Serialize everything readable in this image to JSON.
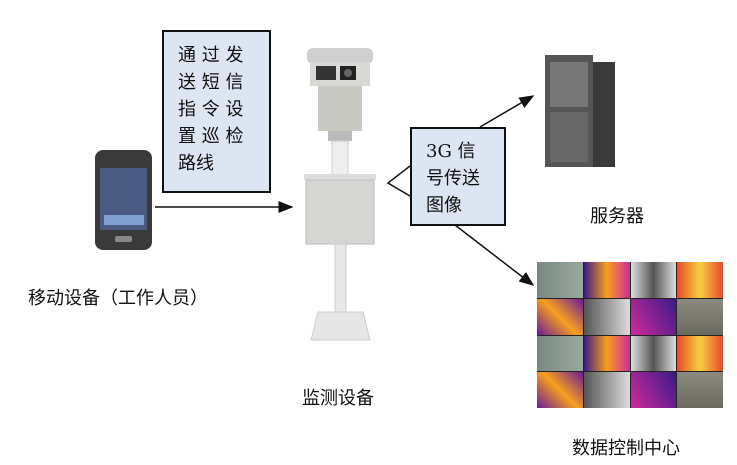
{
  "sms_box": {
    "lines": [
      "通 过 发",
      "送 短 信",
      "指 令 设",
      "置 巡 检",
      "路线"
    ]
  },
  "signal_box": {
    "lines": [
      "3G  信",
      "号传送",
      "图像"
    ]
  },
  "labels": {
    "mobile": "移动设备（工作人员）",
    "monitor": "监测设备",
    "server": "服务器",
    "control": "数据控制中心"
  },
  "colors": {
    "box_fill": "#dce6f2",
    "thermal_a": "#f7a01c",
    "thermal_b": "#3a1a8a",
    "thermal_c": "#d02a9a"
  }
}
